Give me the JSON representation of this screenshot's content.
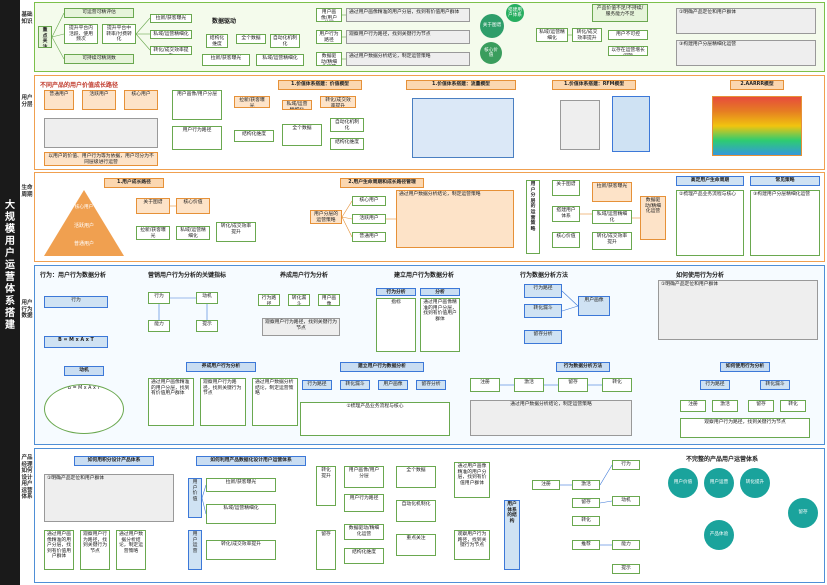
{
  "banner": {
    "title": "大规模用户运营体系搭建"
  },
  "sections": {
    "s1": "基础知识",
    "s2": "用户分层",
    "s3": "生命周期",
    "s4": "用户行为数据",
    "s5": "产品经理如何设计用户运营体系"
  },
  "b1": {
    "key_focus": "重点关注",
    "left_boxes": [
      "可运营可精评估",
      "提升平台内活跃、使用频次",
      "提升平台中转率/付费转化",
      "可持续可精测数"
    ],
    "mid_boxes": [
      "拉新/获客曝光",
      "私域/运营精细化",
      "转化/成交效率提升"
    ],
    "data_label": "数据驱动",
    "gong": "全个数据",
    "auto": "自动化机制化",
    "struct": "结构化维度",
    "right_boxes": [
      "用户画像/用户分层",
      "用户行为路径",
      "数据驱动/精细化运营"
    ],
    "right_notes": [
      "通过用户画像精准的用户分层，找到有价值用户群体",
      "观察用户行为路径，找到关键行为节点",
      "通过用户数据分析结论，制定运营策略"
    ],
    "flow_labels": [
      "关于图谱",
      "搭建用户体系",
      "核心价值"
    ],
    "far_right": [
      "产品价值不足/不持续/服务能力不足",
      "用户不可控",
      "以存在运营增长问题",
      "运营的目标/用户是什么"
    ],
    "bullets": [
      "①明确产品定位和用户群体",
      "②梳理产品业务流程与核心",
      "③构建用户分层精细化运营"
    ]
  },
  "b2": {
    "title_left": "不同产品的用户价值成长路径",
    "label1": "1.价值体系搭建：价值模型",
    "label2": "1.价值体系搭建：流量模型",
    "label3": "1.价值体系搭建：RFM模型",
    "label4": "2.AARRR模型",
    "note": "以用户的价值、用户行为等为依据，用户可分为不同层级进行运营"
  },
  "b3": {
    "label_pyramid": "1.用户成长路径",
    "label_flow": "2.用户生命周期和成长路径管理",
    "tree_title": "用户分层的运营策略",
    "right_title1": "高定用户生命周期",
    "right_title2": "常见策略",
    "levels": [
      "核心用户",
      "活跃用户",
      "普通用户"
    ]
  },
  "b4": {
    "headers": [
      "行为：用户行为数据分析",
      "营销用户行为分析的关键指标",
      "养成用户行为分析",
      "建立用户行为数据分析",
      "行为数据分析方法",
      "如何使用行为分析"
    ],
    "formula": "B = M x A x T",
    "flow_nodes": [
      "行为",
      "动机",
      "能力",
      "提示"
    ],
    "table_title": "行为分析",
    "table_cols": [
      "指标",
      "分析"
    ],
    "sub_headers": [
      "行为路径",
      "转化漏斗",
      "用户画像",
      "留存分析"
    ]
  },
  "b5": {
    "header_left": "如何用积分设计产品体系",
    "header_mid": "如何利用产品数据化设计用户运营体系",
    "header_right": "不完整的产品用户运营体系",
    "flow_title": "用户体系的结构",
    "circle_labels": [
      "用户价值",
      "用户运营",
      "转化提升",
      "留存",
      "产品体验"
    ],
    "steps": [
      "注册",
      "激活",
      "留存",
      "转化",
      "推荐"
    ]
  },
  "colors": {
    "accent_green": "#6aa84f",
    "accent_orange": "#e69138",
    "accent_blue": "#3c78d8",
    "banner": "#1a1a1a"
  }
}
